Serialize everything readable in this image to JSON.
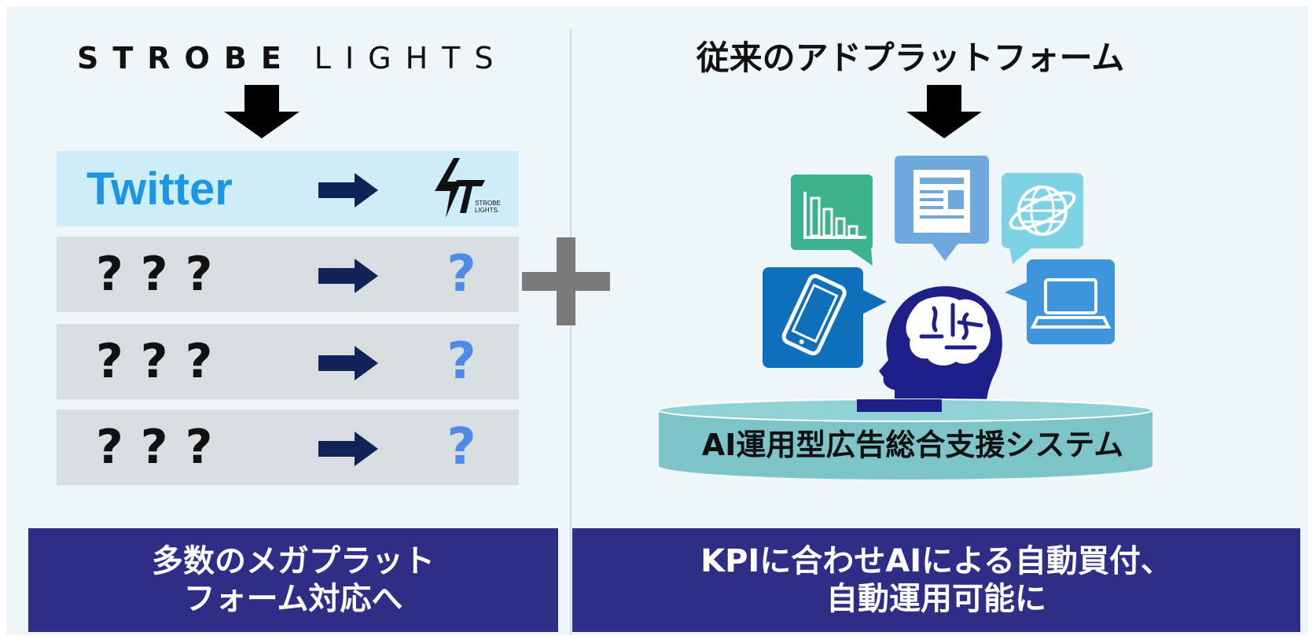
{
  "left": {
    "brand_bold": "STROBE",
    "brand_light": "LIGHTS",
    "rows": [
      {
        "source": "Twitter",
        "target_logo_text_1": "STROBE",
        "target_logo_text_2": "LIGHTS."
      },
      {
        "source": "???",
        "target": "?"
      },
      {
        "source": "???",
        "target": "?"
      },
      {
        "source": "???",
        "target": "?"
      }
    ],
    "caption_line1": "多数のメガプラット",
    "caption_line2": "フォーム対応へ"
  },
  "right": {
    "title": "従来のアドプラットフォーム",
    "system_label": "AI運用型広告総合支援システム",
    "caption_line1": "KPIに合わせAIによる自動買付、",
    "caption_line2": "自動運用可能に"
  },
  "colors": {
    "background": "#eef6fa",
    "caption_bg": "#2e2e86",
    "twitter_blue": "#1d95e6",
    "row_twitter_bg": "#cdeef8",
    "row_unknown_bg": "#d7dde1",
    "arrow_navy": "#0f2357",
    "question_blue": "#4d8be6",
    "plus_gray": "#7a7a7a",
    "brain_navy": "#1f1f8a",
    "platform_teal": "#7cc4c8"
  },
  "icons": [
    "bar-chart-icon",
    "newspaper-icon",
    "globe-icon",
    "smartphone-icon",
    "laptop-icon",
    "brain-head-icon",
    "plus-icon",
    "down-arrow-icon",
    "right-arrow-icon"
  ]
}
